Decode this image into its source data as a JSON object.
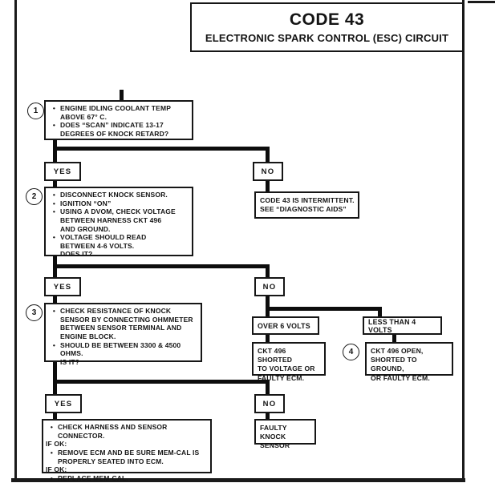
{
  "colors": {
    "ink": "#141414",
    "paper": "#ffffff"
  },
  "ui": {
    "bullet_char": "•"
  },
  "title_box": {
    "title": "CODE 43",
    "subtitle": "ELECTRONIC SPARK CONTROL (ESC) CIRCUIT"
  },
  "labels": {
    "yes": "YES",
    "no": "NO"
  },
  "steps": {
    "step1": {
      "number": "1",
      "items": [
        {
          "type": "bullet",
          "text": "ENGINE IDLING COOLANT TEMP ABOVE 67° C."
        },
        {
          "type": "bullet",
          "text": "DOES “SCAN” INDICATE 13-17 DEGREES OF KNOCK RETARD?"
        }
      ]
    },
    "step2": {
      "number": "2",
      "items": [
        {
          "type": "bullet",
          "text": "DISCONNECT KNOCK SENSOR."
        },
        {
          "type": "bullet",
          "text": "IGNITION “ON”"
        },
        {
          "type": "bullet",
          "text": "USING A DVOM, CHECK VOLTAGE BETWEEN HARNESS CKT 496 AND GROUND."
        },
        {
          "type": "bullet",
          "text": "VOLTAGE SHOULD READ BETWEEN 4-6 VOLTS."
        },
        {
          "type": "cont",
          "text": "DOES IT?"
        }
      ]
    },
    "step3": {
      "number": "3",
      "items": [
        {
          "type": "bullet",
          "text": "CHECK RESISTANCE OF KNOCK SENSOR BY CONNECTING OHMMETER BETWEEN SENSOR TERMINAL AND ENGINE BLOCK."
        },
        {
          "type": "bullet",
          "text": "SHOULD BE BETWEEN 3300 & 4500 OHMS."
        },
        {
          "type": "cont",
          "text": "IS IT?"
        }
      ]
    },
    "final_check": {
      "items": [
        {
          "type": "bullet",
          "text": "CHECK HARNESS AND SENSOR CONNECTOR."
        },
        {
          "type": "plain",
          "text": "IF OK:"
        },
        {
          "type": "bullet",
          "text": "REMOVE ECM AND BE SURE MEM-CAL IS PROPERLY SEATED INTO ECM."
        },
        {
          "type": "plain",
          "text": "IF OK:"
        },
        {
          "type": "bullet",
          "text": "REPLACE MEM-CAL."
        }
      ]
    }
  },
  "outcomes": {
    "intermittent": {
      "lines": [
        "CODE 43 IS INTERMITTENT.",
        "SEE “DIAGNOSTIC AIDS”"
      ]
    },
    "over6": {
      "label": "OVER 6 VOLTS"
    },
    "less4": {
      "label": "LESS THAN 4 VOLTS"
    },
    "ckt_shorted": {
      "lines": [
        "CKT 496 SHORTED",
        "TO VOLTAGE OR",
        "FAULTY ECM."
      ]
    },
    "ckt_open": {
      "number": "4",
      "lines": [
        "CKT 496 OPEN,",
        "SHORTED TO GROUND,",
        "OR FAULTY ECM."
      ]
    },
    "faulty_sensor": {
      "lines": [
        "FAULTY KNOCK",
        "SENSOR"
      ]
    }
  }
}
